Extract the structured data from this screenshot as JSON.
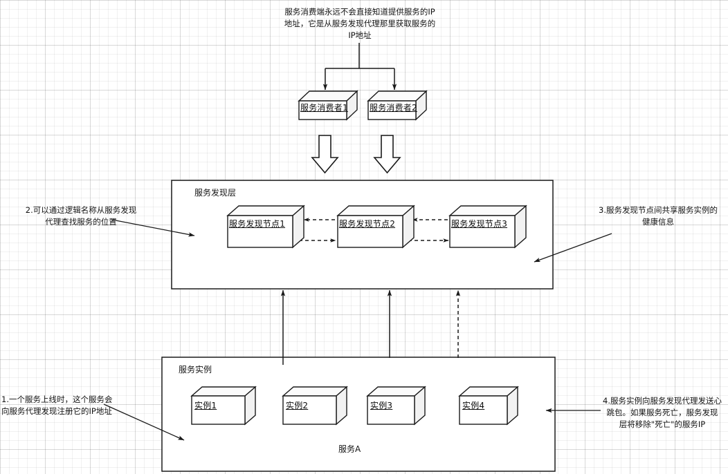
{
  "diagram": {
    "title_note_top": "服务消费端永远不会直接知道提供服务的IP\n地址，它是从服务发现代理那里获取服务的\nIP地址",
    "notes": [
      {
        "id": "note-2",
        "text": "2.可以通过逻辑名称从服务发现\n代理查找服务的位置"
      },
      {
        "id": "note-3",
        "text": "3.服务发现节点间共享服务实例的\n健康信息"
      },
      {
        "id": "note-1",
        "text": "1.一个服务上线时，这个服务会\n向服务代理发现注册它的IP地址"
      },
      {
        "id": "note-4",
        "text": "4.服务实例向服务发现代理发送心\n跳包。如果服务死亡，服务发现\n层将移除\"死亡\"的服务IP"
      }
    ],
    "consumers": [
      {
        "label": "服务消费者1"
      },
      {
        "label": "服务消费者2"
      }
    ],
    "discovery_layer": {
      "label": "服务发现层",
      "nodes": [
        {
          "label": "服务发现节点1"
        },
        {
          "label": "服务发现节点2"
        },
        {
          "label": "服务发现节点3"
        }
      ]
    },
    "service_instances": {
      "label": "服务实例",
      "footer_label": "服务A",
      "instances": [
        {
          "label": "实例1"
        },
        {
          "label": "实例2"
        },
        {
          "label": "实例3"
        },
        {
          "label": "实例4"
        }
      ]
    },
    "colors": {
      "stroke": "#1a1a1a",
      "fill": "#ffffff",
      "face_top": "#fbfbfb",
      "face_side": "#f2f2f2",
      "grid_minor": "#efefef",
      "grid_major": "#e4e4e4"
    }
  }
}
